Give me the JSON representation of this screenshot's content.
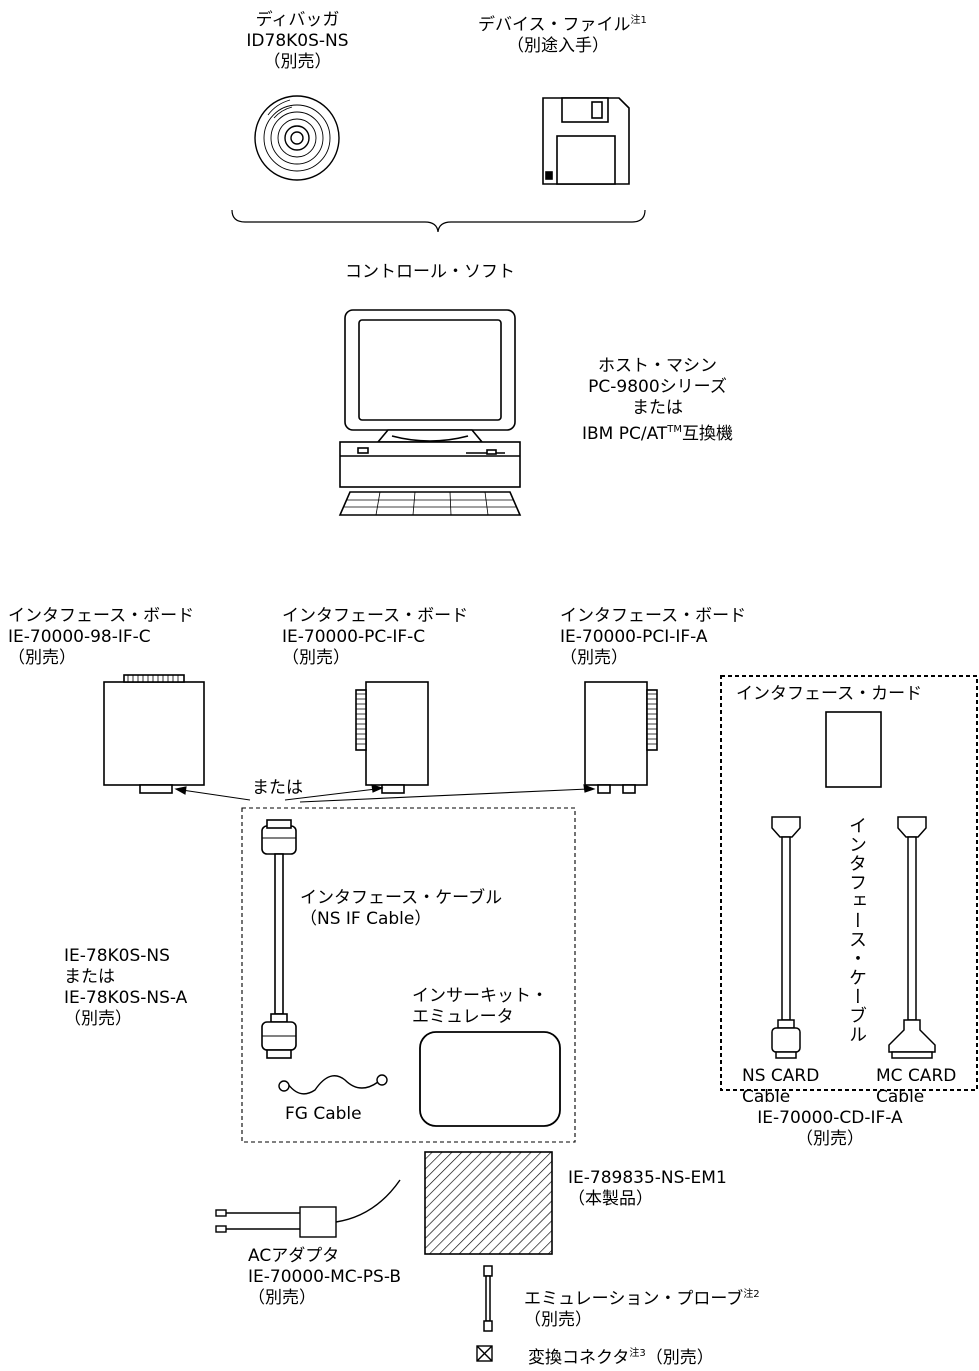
{
  "debugger": {
    "title": "ディバッガ",
    "model": "ID78K0S-NS",
    "note": "（別売）"
  },
  "device_file": {
    "title": "デバイス・ファイル",
    "note_ref": "注1",
    "note": "（別途入手）"
  },
  "control_soft": "コントロール・ソフト",
  "host": {
    "line1": "ホスト・マシン",
    "line2": "PC-9800シリーズ",
    "line3": "または",
    "line4_a": "IBM PC/AT",
    "line4_tm": "TM",
    "line4_b": "互換機"
  },
  "board1": {
    "title": "インタフェース・ボード",
    "model": "IE-70000-98-IF-C",
    "note": "（別売）"
  },
  "board2": {
    "title": "インタフェース・ボード",
    "model": "IE-70000-PC-IF-C",
    "note": "（別売）"
  },
  "board3": {
    "title": "インタフェース・ボード",
    "model": "IE-70000-PCI-IF-A",
    "note": "（別売）"
  },
  "or_label": "または",
  "card": {
    "title": "インタフェース・カード",
    "cable_vertical": "インタフェース・ケーブル",
    "ns_cable_1": "NS CARD",
    "ns_cable_2": "Cable",
    "mc_cable_1": "MC CARD",
    "mc_cable_2": "Cable",
    "model": "IE-70000-CD-IF-A",
    "note": "（別売）"
  },
  "if_cable": {
    "title": "インタフェース・ケーブル",
    "sub": "（NS IF Cable）"
  },
  "emulator_group": {
    "line1": "IE-78K0S-NS",
    "line2": "または",
    "line3": "IE-78K0S-NS-A",
    "line4": "（別売）"
  },
  "in_circuit": {
    "line1": "インサーキット・",
    "line2": "エミュレータ"
  },
  "fg_cable": "FG Cable",
  "product": {
    "model": "IE-789835-NS-EM1",
    "note": "（本製品）"
  },
  "ac_adapter": {
    "title": "ACアダプタ",
    "model": "IE-70000-MC-PS-B",
    "note": "（別売）"
  },
  "probe": {
    "title": "エミュレーション・プローブ",
    "note_ref": "注2",
    "note": "（別売）"
  },
  "converter": {
    "title": "変換コネクタ",
    "note_ref": "注3",
    "note": "（別売）"
  }
}
